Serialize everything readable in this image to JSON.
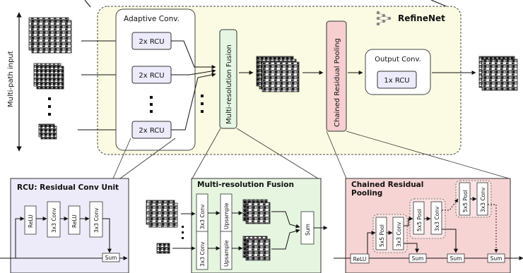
{
  "top": {
    "side_label": "Multi-path input",
    "brand": "RefineNet",
    "adaptive_title": "Adaptive Conv.",
    "rcu_label": "2x RCU",
    "fusion_label": "Multi-resolution Fusion",
    "crp_label": "Chained Residual Pooling",
    "output_title": "Output Conv.",
    "output_rcu": "1x RCU"
  },
  "rcu_panel": {
    "title": "RCU: Residual Conv Unit",
    "relu": "ReLU",
    "conv": "3x3 Conv",
    "sum": "Sum"
  },
  "fusion_panel": {
    "title": "Multi-resolution Fusion",
    "conv": "3x3 Conv",
    "upsample": "Upsample",
    "sum": "Sum"
  },
  "crp_panel": {
    "title_line1": "Chained Residual",
    "title_line2": "Pooling",
    "relu": "ReLU",
    "pool": "5x5 Pool",
    "conv": "3x3 Conv",
    "sum": "Sum"
  },
  "colors": {
    "yellow_bg": "#fbfbe3",
    "rcu_box": "#ecebfb",
    "rcu_panel": "#edebf9",
    "fusion_box": "#e5f7e2",
    "fusion_panel": "#e6f5e0",
    "crp_box": "#f7cfd0",
    "crp_panel": "#f7d4d4"
  },
  "icons": [
    "network-logo-icon",
    "satellite-image-thumbnail"
  ]
}
